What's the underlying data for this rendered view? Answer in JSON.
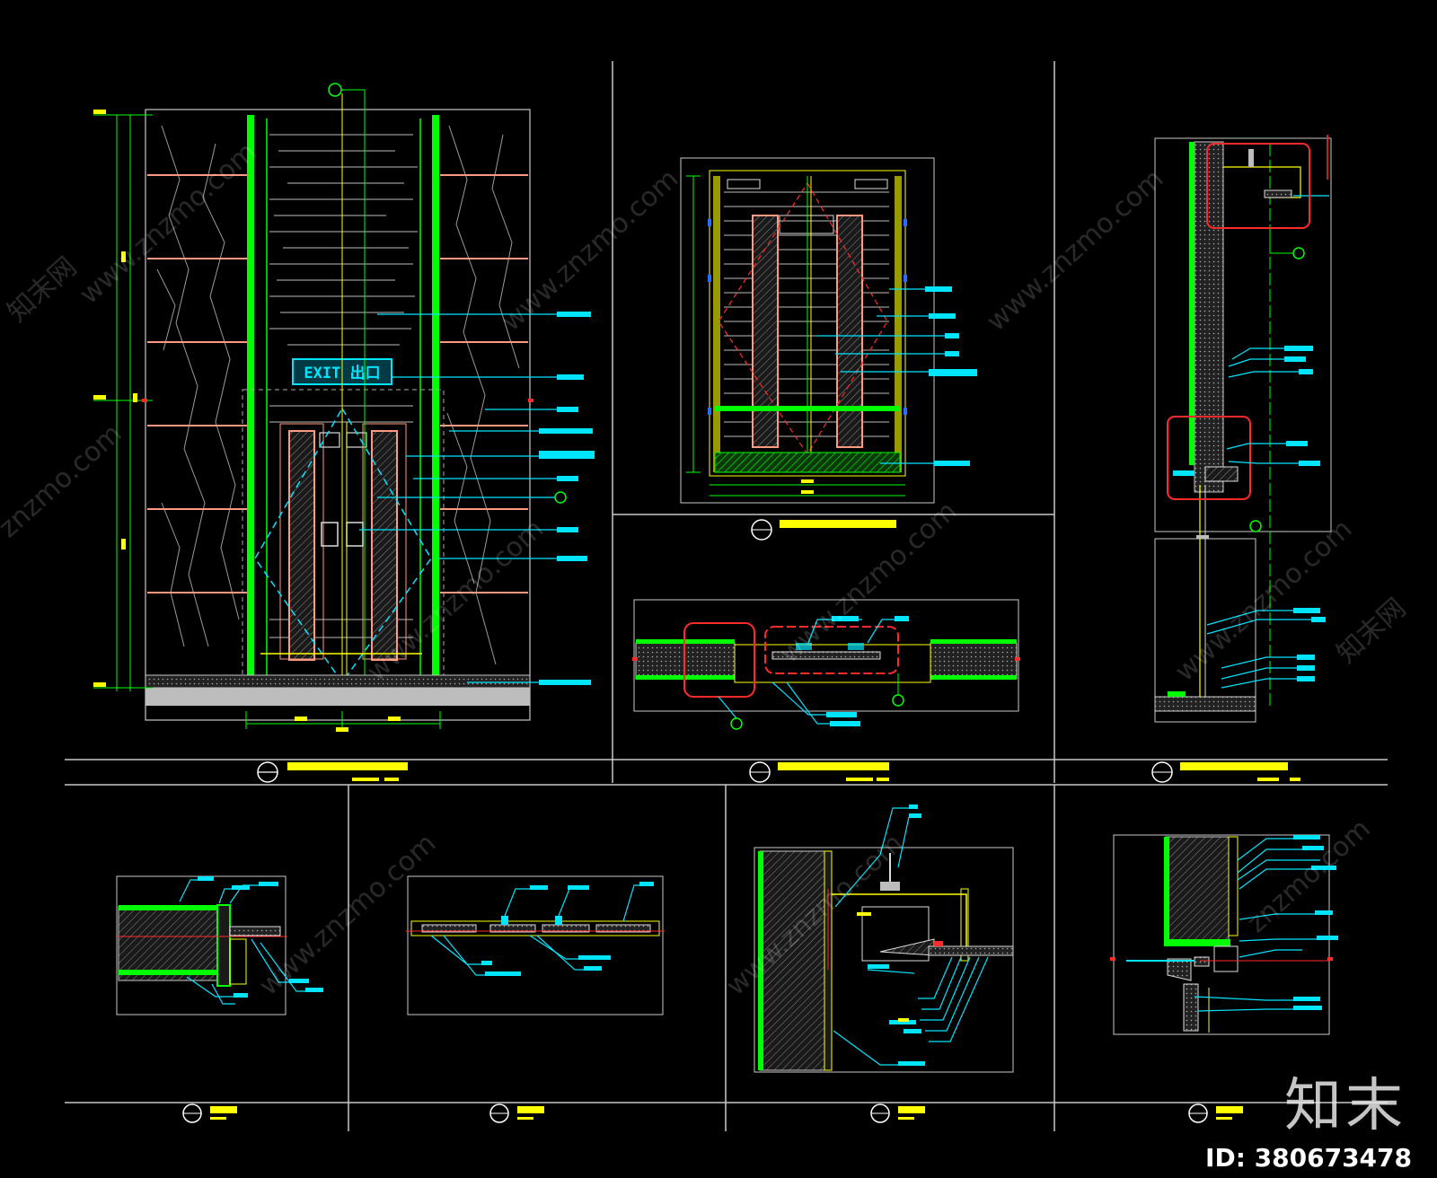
{
  "sign": {
    "text": "EXIT 出口"
  },
  "watermarks": {
    "site": "www.znzmo.com",
    "site_short": "znzmo.com",
    "cn": "知末网"
  },
  "brand": {
    "logo": "知末",
    "id_label": "ID: 380673478"
  },
  "colors": {
    "background": "#000000",
    "frame": "#c8c8c8",
    "door_green": "#00ff00",
    "leader_cyan": "#00e5ff",
    "dim_yellow": "#ffff00",
    "detail_red": "#ff2a2a",
    "band_salmon": "#ff9a80",
    "title_bar_yellow": "#ffff00"
  }
}
